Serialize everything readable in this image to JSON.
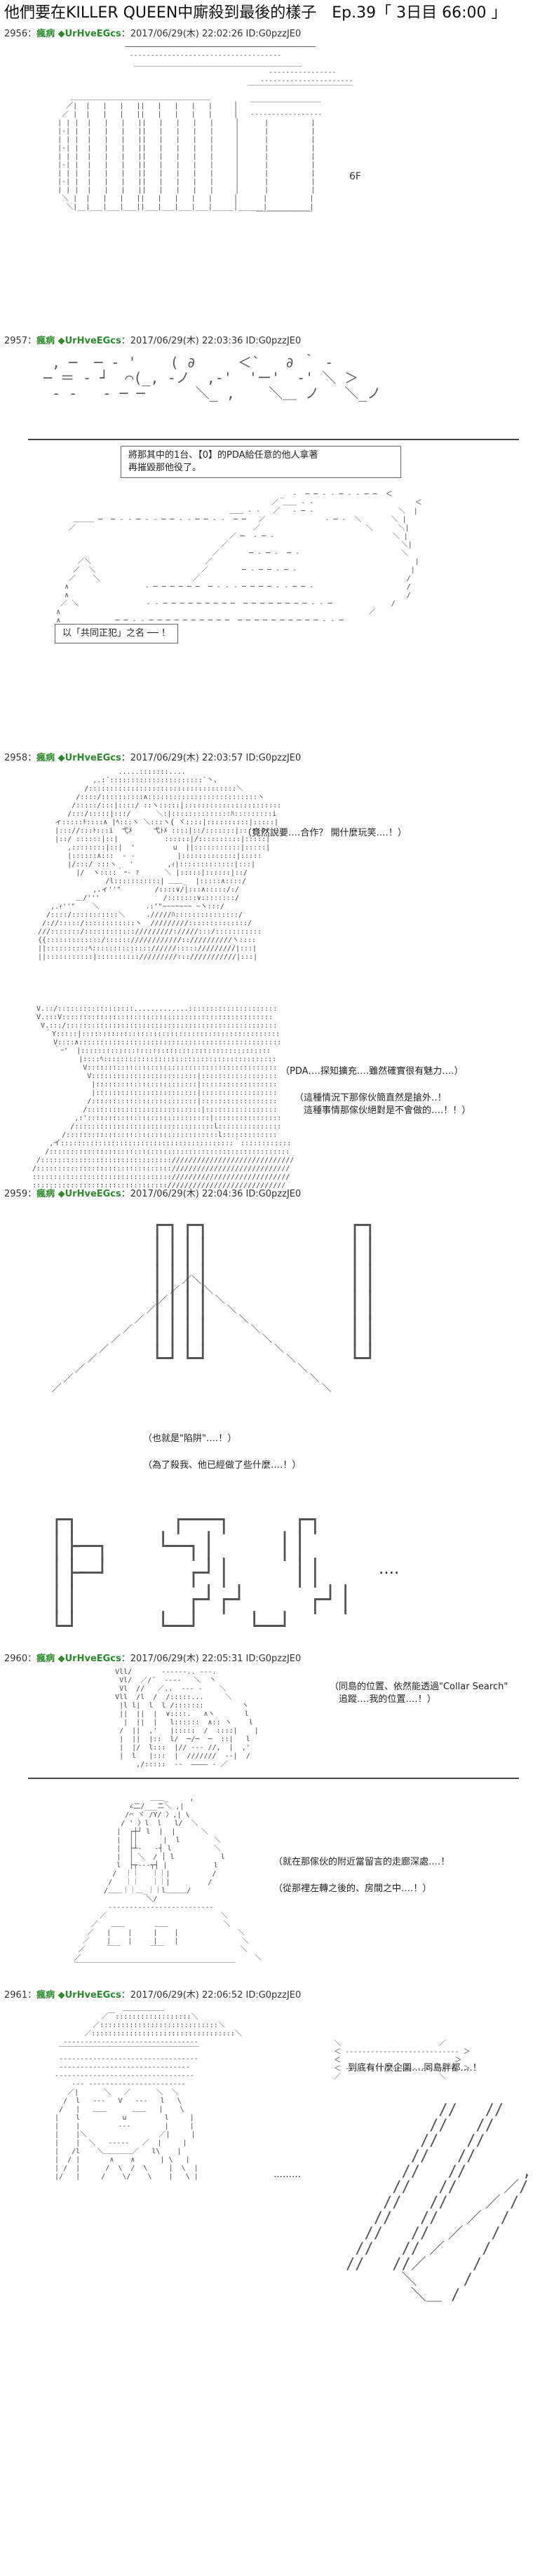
{
  "title": "他們要在KILLER QUEEN中廝殺到最後的樣子　Ep.39「 3日目 66:00 」",
  "posts": [
    {
      "header": {
        "num": "2956：",
        "name": "瘋病 ◆UrHveEGcs",
        "meta": "：2017/06/29(木) 22:02:26 ID:G0pzzJE0"
      }
    },
    {
      "header": {
        "num": "2957：",
        "name": "瘋病 ◆UrHveEGcs",
        "meta": "：2017/06/29(木) 22:03:36 ID:G0pzzJE0"
      }
    },
    {
      "header": {
        "num": "2958：",
        "name": "瘋病 ◆UrHveEGcs",
        "meta": "：2017/06/29(木) 22:03:57 ID:G0pzzJE0"
      }
    },
    {
      "header": {
        "num": "2959：",
        "name": "瘋病 ◆UrHveEGcs",
        "meta": "：2017/06/29(木) 22:04:36 ID:G0pzzJE0"
      }
    },
    {
      "header": {
        "num": "2960：",
        "name": "瘋病 ◆UrHveEGcs",
        "meta": "：2017/06/29(木) 22:05:31 ID:G0pzzJE0"
      }
    },
    {
      "header": {
        "num": "2961：",
        "name": "瘋病 ◆UrHveEGcs",
        "meta": "：2017/06/29(木) 22:06:52 ID:G0pzzJE0"
      }
    }
  ],
  "scene1": {
    "floor_label": "6F"
  },
  "scene2": {
    "narration": "將那其中的1台、【0】的PDA給任意的他人拿著\n再摧毀那他役了。",
    "caption": "以「共同正犯」之名 ── ！"
  },
  "scene3": {
    "line1": "（竟然說要‥‥合作？ 開什麼玩笑‥‥！）"
  },
  "scene4": {
    "line1": "（PDA‥‥探知擴充‥‥雖然確實很有魅力‥‥）",
    "line2": "（這種情況下那傢伙簡直然是搶外‥！",
    "line3": "　這種事情那傢伙絕對是不會做的‥‥！！）"
  },
  "scene5": {
    "line1": "（也就是\"陷阱\"‥‥！）",
    "line2": "（為了殺我、他已經做了些什麼‥‥！）",
    "dots": "‥‥"
  },
  "scene6": {
    "line1": "（同島的位置、依然能透過\"Collar Search\"",
    "line2": "　追蹤‥‥我的位置‥‥！）"
  },
  "scene7": {
    "line1": "（就在那傢伙的附近當留言的走廊深處‥‥！",
    "line2": "（從那裡左轉之後的、房間之中‥‥！）"
  },
  "scene8": {
    "line1": "到底有什麼企圖‥‥同島胖都‥‥！",
    "dots": "………"
  }
}
